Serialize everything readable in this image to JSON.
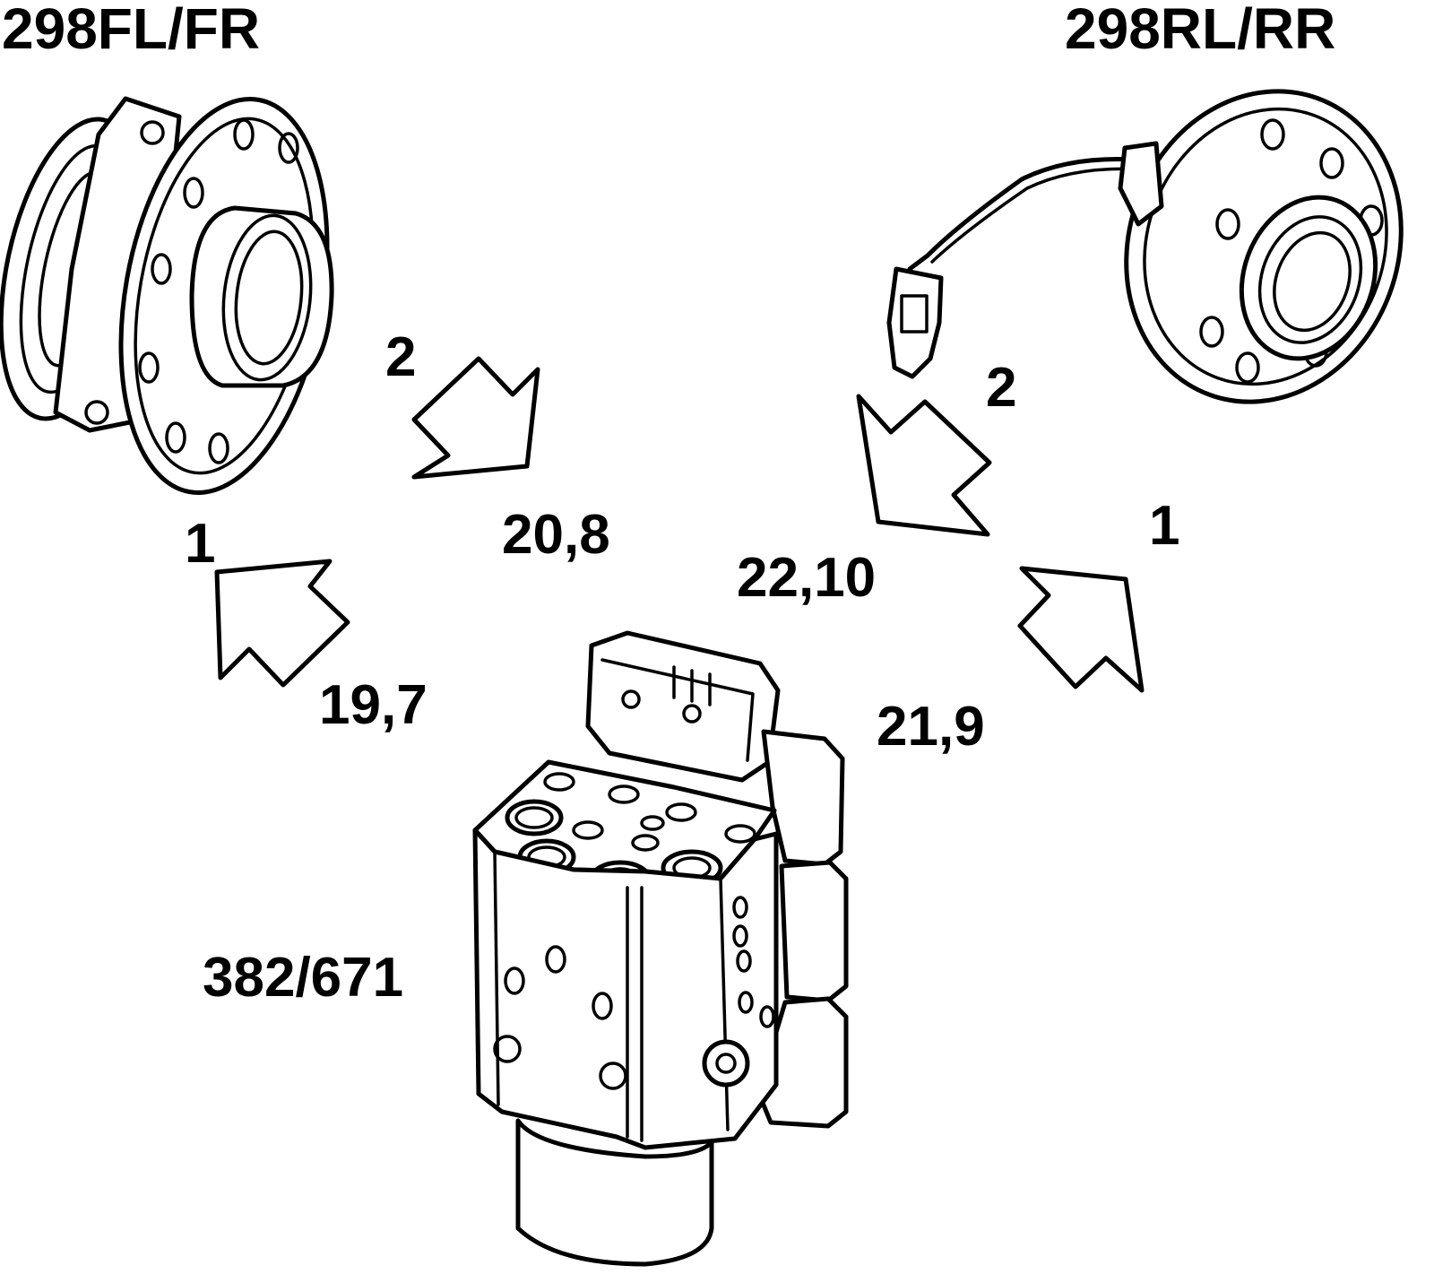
{
  "labels": {
    "front_hub": "298FL/FR",
    "rear_hub": "298RL/RR",
    "front_arrow_1": "1",
    "front_arrow_2": "2",
    "front_pin_19_7": "19,7",
    "front_pin_20_8": "20,8",
    "rear_arrow_1": "1",
    "rear_arrow_2": "2",
    "rear_pin_22_10": "22,10",
    "rear_pin_21_9": "21,9",
    "abs_unit": "382/671"
  },
  "colors": {
    "line": "#000000",
    "background": "#ffffff"
  }
}
